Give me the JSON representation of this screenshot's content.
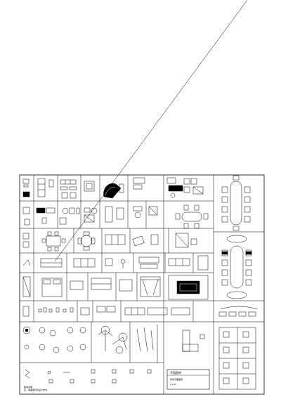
{
  "drawing": {
    "kind": "cad-furniture-symbol-library",
    "stroke_color": "#000000",
    "background_color": "#ffffff",
    "title_block": {
      "title": "平面图库",
      "subtitle": "家具平面图例",
      "scale": "1:100"
    },
    "legend_notes": [
      "图例说明",
      "单位：mm",
      "平面布置参考",
      "注：本图库仅供设计参考"
    ]
  }
}
